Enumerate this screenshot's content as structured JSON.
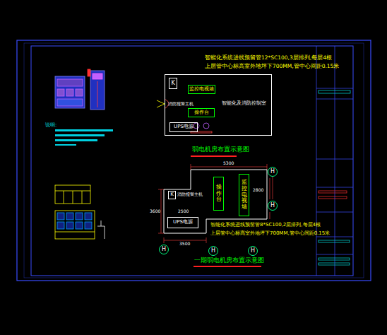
{
  "diagram": {
    "nodes": [
      {
        "text": [
          "智能化及消防控制室",
          "消防报警主机"
        ]
      },
      {
        "text": [
          "K"
        ],
        "in": 0
      },
      {
        "text": [
          "监控电视墙"
        ],
        "in": 0
      },
      {
        "text": [
          "操作台"
        ],
        "in": 0
      },
      {
        "text": [
          "UPS电源"
        ],
        "in": 0
      },
      {
        "text": [
          "消防报警主机"
        ]
      },
      {
        "text": [
          "K"
        ],
        "in": 5
      },
      {
        "text": [
          "监控电视墙"
        ],
        "in": 5
      },
      {
        "text": [
          "操作台"
        ],
        "in": 5
      },
      {
        "text": [
          "UPS电源"
        ],
        "in": 5
      },
      {
        "text": [
          "H"
        ]
      },
      {
        "text": [
          "H"
        ]
      },
      {
        "text": [
          "H"
        ]
      },
      {
        "text": [
          "H"
        ]
      },
      {
        "text": [
          "H"
        ]
      }
    ],
    "labels": [
      "智能化系统进线预留管12*SC100,3层排列,每层4根",
      "上层管中心标高室外地坪下700MM,管中心间距0.15米",
      "弱电机房布置示意图",
      "说明:",
      "5300",
      "2500",
      "2800",
      "3500",
      "3600",
      "智能化系统进线预留管8*SC100,2层排列,每层4根",
      "上层管中心标高室外地坪下700MM,管中心间距0.15米",
      "一期弱电机房布置示意图"
    ]
  }
}
